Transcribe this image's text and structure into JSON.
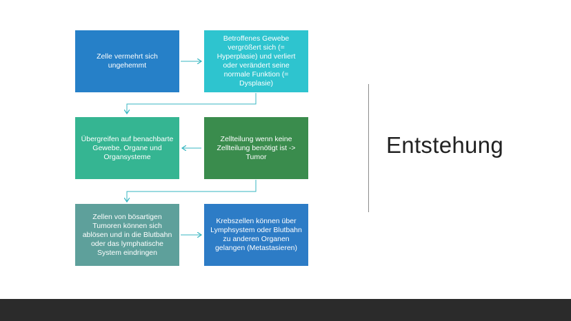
{
  "slide": {
    "title": "Entstehung"
  },
  "diagram": {
    "boxes": [
      {
        "id": "b1",
        "text": "Zelle vermehrt sich ungehemmt",
        "color": "#2680c8"
      },
      {
        "id": "b2",
        "text": "Betroffenes Gewebe vergrößert sich (= Hyperplasie) und verliert oder verändert seine normale Funktion (= Dysplasie)",
        "color": "#2ec4cf"
      },
      {
        "id": "b3",
        "text": "Übergreifen auf benachbarte Gewebe, Organe und Organsysteme",
        "color": "#35b592"
      },
      {
        "id": "b4",
        "text": "Zellteilung wenn keine Zellteilung benötigt ist -> Tumor",
        "color": "#3a8c4d"
      },
      {
        "id": "b5",
        "text": "Zellen von bösartigen Tumoren können sich ablösen und in die Blutbahn oder das lymphatische System eindringen",
        "color": "#5ea09b"
      },
      {
        "id": "b6",
        "text": "Krebszellen können über Lymphsystem oder Blutbahn zu anderen Organen gelangen (Metastasieren)",
        "color": "#2d7cc6"
      }
    ],
    "connector_color": "#35b5c0"
  }
}
